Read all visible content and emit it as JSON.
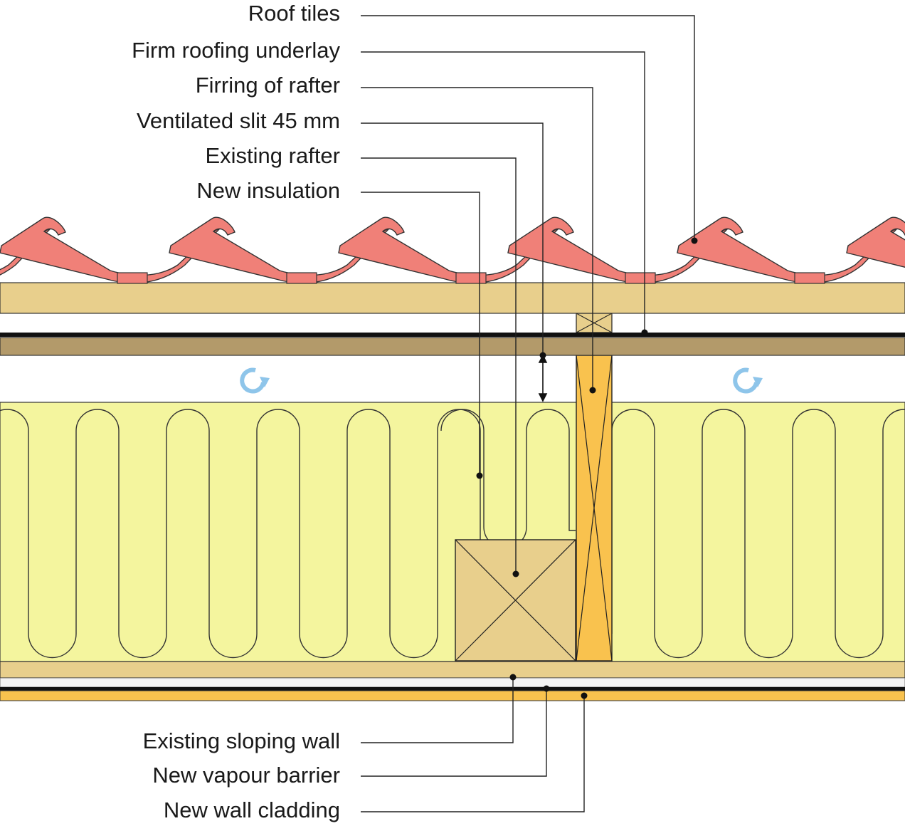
{
  "labels_top": [
    {
      "id": "roof-tiles",
      "text": "Roof tiles"
    },
    {
      "id": "firm-roofing-underlay",
      "text": "Firm roofing underlay"
    },
    {
      "id": "firring-of-rafter",
      "text": "Firring of rafter"
    },
    {
      "id": "ventilated-slit",
      "text": "Ventilated slit 45 mm"
    },
    {
      "id": "existing-rafter",
      "text": "Existing rafter"
    },
    {
      "id": "new-insulation",
      "text": "New insulation"
    }
  ],
  "labels_bottom": [
    {
      "id": "existing-sloping-wall",
      "text": "Existing sloping wall"
    },
    {
      "id": "new-vapour-barrier",
      "text": "New vapour barrier"
    },
    {
      "id": "new-wall-cladding",
      "text": "New wall cladding"
    }
  ],
  "colors": {
    "tile": "#f08078",
    "batten": "#e8cf8c",
    "underlay_board": "#b39a6a",
    "insulation": "#f4f59e",
    "firring": "#f9c24e",
    "rafter": "#e8cf8c",
    "sloping_wall": "#e8cf8c",
    "cladding": "#f9c24e",
    "airflow": "#8ec5ea",
    "leader": "#222222"
  },
  "icons": [
    "airflow-arrow-icon",
    "crossed-timber-section-icon"
  ]
}
